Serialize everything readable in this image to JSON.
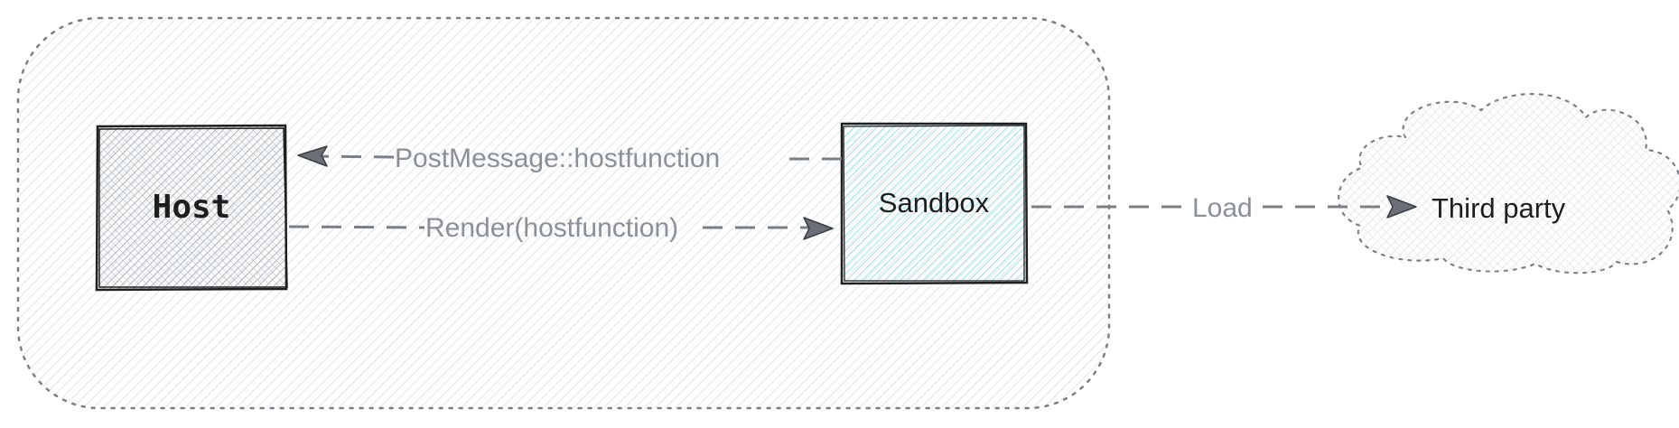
{
  "nodes": {
    "host": {
      "label": "Host",
      "fill": "#9aa3ad",
      "stroke": "#1e1e1e"
    },
    "sandbox": {
      "label": "Sandbox",
      "fill": "#5ed3d3",
      "stroke": "#1e1e1e"
    },
    "third_party": {
      "label": "Third party",
      "fill": "#c9ced4",
      "stroke": "#7a7f86"
    }
  },
  "edges": {
    "post_message": {
      "label": "PostMessage::hostfunction",
      "from": "Sandbox",
      "to": "Host"
    },
    "render": {
      "label": "Render(hostfunction)",
      "from": "Host",
      "to": "Sandbox"
    },
    "load": {
      "label": "Load",
      "from": "Sandbox",
      "to": "Third party"
    }
  },
  "colors": {
    "edge": "#7a7f86",
    "edge_label": "#8a9098",
    "container_hatch": "#c9ced4",
    "container_border": "#7a7f86"
  }
}
